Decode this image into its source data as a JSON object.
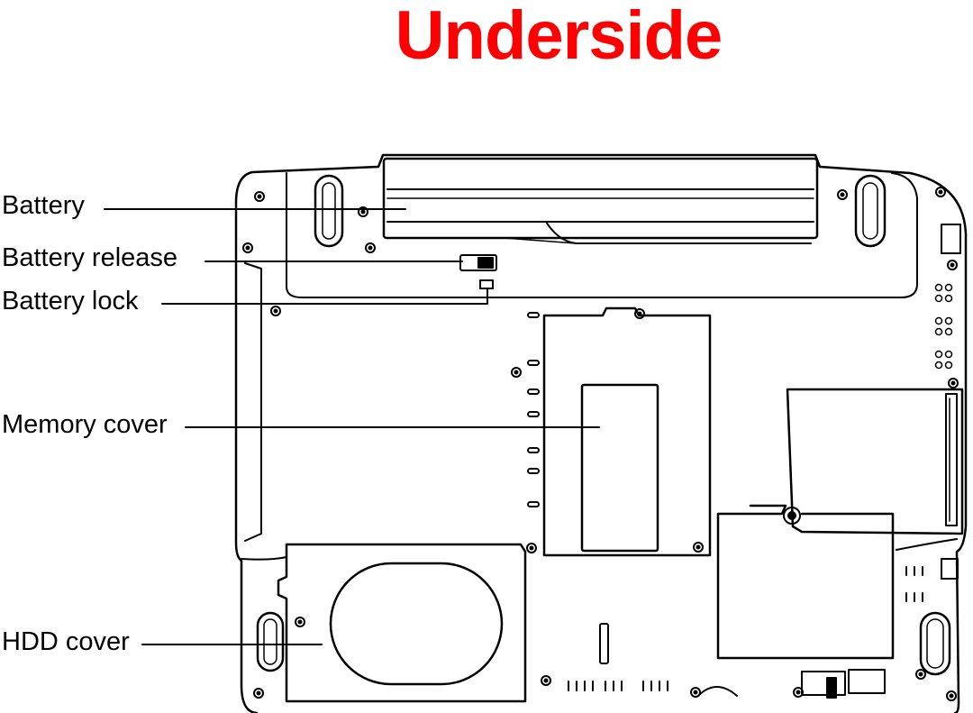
{
  "title": {
    "text": "Underside",
    "color": "#ff0000"
  },
  "callouts": {
    "battery": "Battery",
    "battery_release": "Battery release",
    "battery_lock": "Battery lock",
    "memory_cover": "Memory cover",
    "hdd_cover": "HDD cover"
  },
  "colors": {
    "line": "#000000",
    "background": "#ffffff"
  }
}
